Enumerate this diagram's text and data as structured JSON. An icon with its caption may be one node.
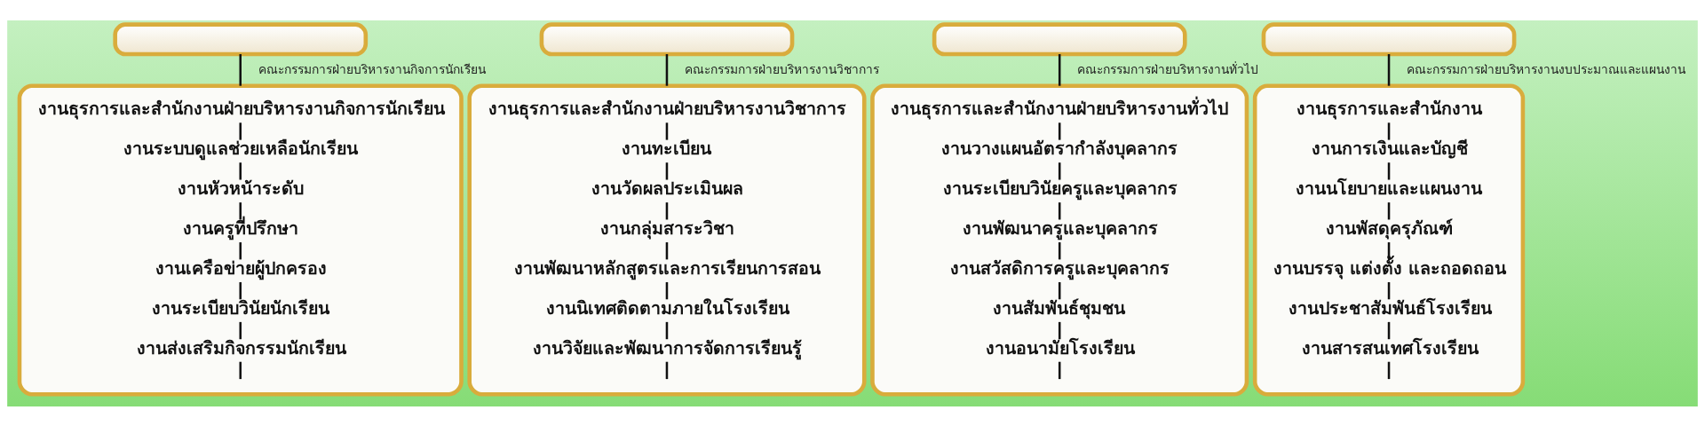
{
  "diagram": {
    "nodes": [
      {
        "text": [],
        "shape": "box"
      },
      {
        "text": [],
        "shape": "box"
      },
      {
        "text": [
          "งานธุรการและสำนักงานฝ่ายบริหารงานกิจการนักเรียน"
        ],
        "in": 1
      },
      {
        "text": [
          "งานระบบดูแลช่วยเหลือนักเรียน"
        ],
        "in": 1
      },
      {
        "text": [
          "งานหัวหน้าระดับ"
        ],
        "in": 1
      },
      {
        "text": [
          "งานครูที่ปรึกษา"
        ],
        "in": 1
      },
      {
        "text": [
          "งานเครือข่ายผู้ปกครอง"
        ],
        "in": 1
      },
      {
        "text": [
          "งานระเบียบวินัยนักเรียน"
        ],
        "in": 1
      },
      {
        "text": [
          "งานส่งเสริมกิจกรรมนักเรียน"
        ],
        "in": 1
      },
      {
        "text": [],
        "shape": "box"
      },
      {
        "text": [],
        "shape": "box"
      },
      {
        "text": [
          "งานธุรการและสำนักงานฝ่ายบริหารงานวิชาการ"
        ],
        "in": 10
      },
      {
        "text": [
          "งานทะเบียน"
        ],
        "in": 10
      },
      {
        "text": [
          "งานวัดผลประเมินผล"
        ],
        "in": 10
      },
      {
        "text": [
          "งานกลุ่มสาระวิชา"
        ],
        "in": 10
      },
      {
        "text": [
          "งานพัฒนาหลักสูตรและการเรียนการสอน"
        ],
        "in": 10
      },
      {
        "text": [
          "งานนิเทศติดตามภายในโรงเรียน"
        ],
        "in": 10
      },
      {
        "text": [
          "งานวิจัยและพัฒนาการจัดการเรียนรู้"
        ],
        "in": 10
      },
      {
        "text": [],
        "shape": "box"
      },
      {
        "text": [],
        "shape": "box"
      },
      {
        "text": [
          "งานธุรการและสำนักงานฝ่ายบริหารงานทั่วไป"
        ],
        "in": 19
      },
      {
        "text": [
          "งานวางแผนอัตรากำลังบุคลากร"
        ],
        "in": 19
      },
      {
        "text": [
          "งานระเบียบวินัยครูและบุคลากร"
        ],
        "in": 19
      },
      {
        "text": [
          "งานพัฒนาครูและบุคลากร"
        ],
        "in": 19
      },
      {
        "text": [
          "งานสวัสดิการครูและบุคลากร"
        ],
        "in": 19
      },
      {
        "text": [
          "งานสัมพันธ์ชุมชน"
        ],
        "in": 19
      },
      {
        "text": [
          "งานอนามัยโรงเรียน"
        ],
        "in": 19
      },
      {
        "text": [],
        "shape": "box"
      },
      {
        "text": [],
        "shape": "box"
      },
      {
        "text": [
          "งานธุรการและสำนักงาน"
        ],
        "in": 28
      },
      {
        "text": [
          "งานการเงินและบัญชี"
        ],
        "in": 28
      },
      {
        "text": [
          "งานนโยบายและแผนงาน"
        ],
        "in": 28
      },
      {
        "text": [
          "งานพัสดุครุภัณฑ์"
        ],
        "in": 28
      },
      {
        "text": [
          "งานบรรจุ แต่งตั้ง และถอดถอน"
        ],
        "in": 28
      },
      {
        "text": [
          "งานประชาสัมพันธ์โรงเรียน"
        ],
        "in": 28
      },
      {
        "text": [
          "งานสารสนเทศโรงเรียน"
        ],
        "in": 28
      }
    ],
    "edges": [
      {
        "from": 0,
        "to": 1,
        "arrow": "none",
        "label": "คณะกรรมการฝ่ายบริหารงานกิจการนักเรียน"
      },
      {
        "from": 2,
        "to": 3,
        "arrow": "none"
      },
      {
        "from": 3,
        "to": 4,
        "arrow": "none"
      },
      {
        "from": 4,
        "to": 5,
        "arrow": "none"
      },
      {
        "from": 5,
        "to": 6,
        "arrow": "none"
      },
      {
        "from": 6,
        "to": 7,
        "arrow": "none"
      },
      {
        "from": 7,
        "to": 8,
        "arrow": "none"
      },
      {
        "from": 8,
        "to": null,
        "arrow": "none"
      },
      {
        "from": 9,
        "to": 10,
        "arrow": "none",
        "label": "คณะกรรมการฝ่ายบริหารงานวิชาการ"
      },
      {
        "from": 11,
        "to": 12,
        "arrow": "none"
      },
      {
        "from": 12,
        "to": 13,
        "arrow": "none"
      },
      {
        "from": 13,
        "to": 14,
        "arrow": "none"
      },
      {
        "from": 14,
        "to": 15,
        "arrow": "none"
      },
      {
        "from": 15,
        "to": 16,
        "arrow": "none"
      },
      {
        "from": 16,
        "to": 17,
        "arrow": "none"
      },
      {
        "from": 17,
        "to": null,
        "arrow": "none"
      },
      {
        "from": 18,
        "to": 19,
        "arrow": "none",
        "label": "คณะกรรมการฝ่ายบริหารงานทั่วไป"
      },
      {
        "from": 20,
        "to": 21,
        "arrow": "none"
      },
      {
        "from": 21,
        "to": 22,
        "arrow": "none"
      },
      {
        "from": 22,
        "to": 23,
        "arrow": "none"
      },
      {
        "from": 23,
        "to": 24,
        "arrow": "none"
      },
      {
        "from": 24,
        "to": 25,
        "arrow": "none"
      },
      {
        "from": 25,
        "to": 26,
        "arrow": "none"
      },
      {
        "from": 26,
        "to": null,
        "arrow": "none"
      },
      {
        "from": 27,
        "to": 28,
        "arrow": "none",
        "label": "คณะกรรมการฝ่ายบริหารงานงบประมาณและแผนงาน"
      },
      {
        "from": 29,
        "to": 30,
        "arrow": "none"
      },
      {
        "from": 30,
        "to": 31,
        "arrow": "none"
      },
      {
        "from": 31,
        "to": 32,
        "arrow": "none"
      },
      {
        "from": 32,
        "to": 33,
        "arrow": "none"
      },
      {
        "from": 33,
        "to": 34,
        "arrow": "none"
      },
      {
        "from": 34,
        "to": 35,
        "arrow": "none"
      },
      {
        "from": 35,
        "to": null,
        "arrow": "none"
      }
    ]
  }
}
